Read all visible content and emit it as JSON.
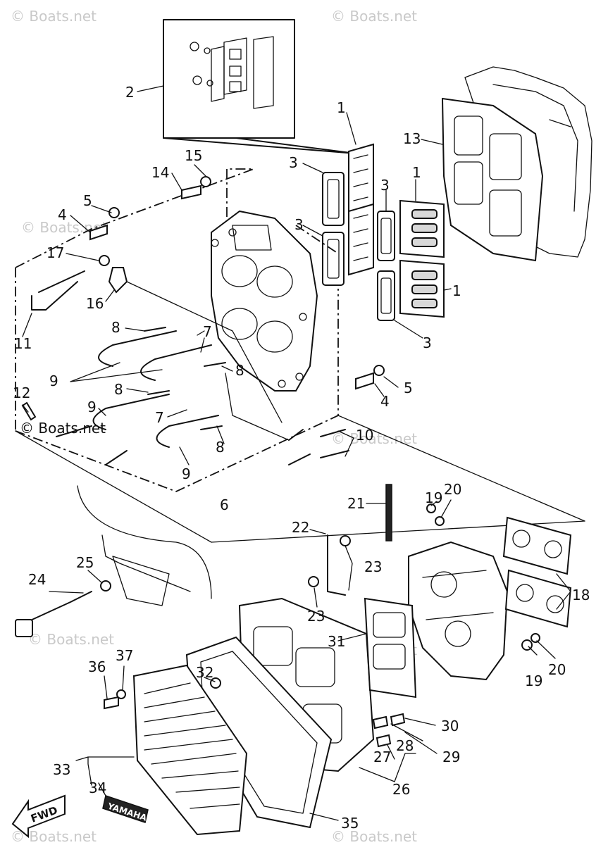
{
  "watermark": "© Boats.net",
  "fwd_label": "FWD",
  "brand_label": "YAMAHA",
  "callouts": {
    "c1": "1",
    "c2": "2",
    "c3": "3",
    "c4": "4",
    "c5": "5",
    "c6": "6",
    "c7": "7",
    "c8": "8",
    "c9": "9",
    "c10": "10",
    "c11": "11",
    "c12": "12",
    "c13": "13",
    "c14": "14",
    "c15": "15",
    "c16": "16",
    "c17": "17",
    "c18": "18",
    "c19": "19",
    "c20": "20",
    "c21": "21",
    "c22": "22",
    "c23": "23",
    "c24": "24",
    "c25": "25",
    "c26": "26",
    "c27": "27",
    "c28": "28",
    "c29": "29",
    "c30": "30",
    "c31": "31",
    "c32": "32",
    "c33": "33",
    "c34": "34",
    "c35": "35",
    "c36": "36",
    "c37": "37"
  }
}
